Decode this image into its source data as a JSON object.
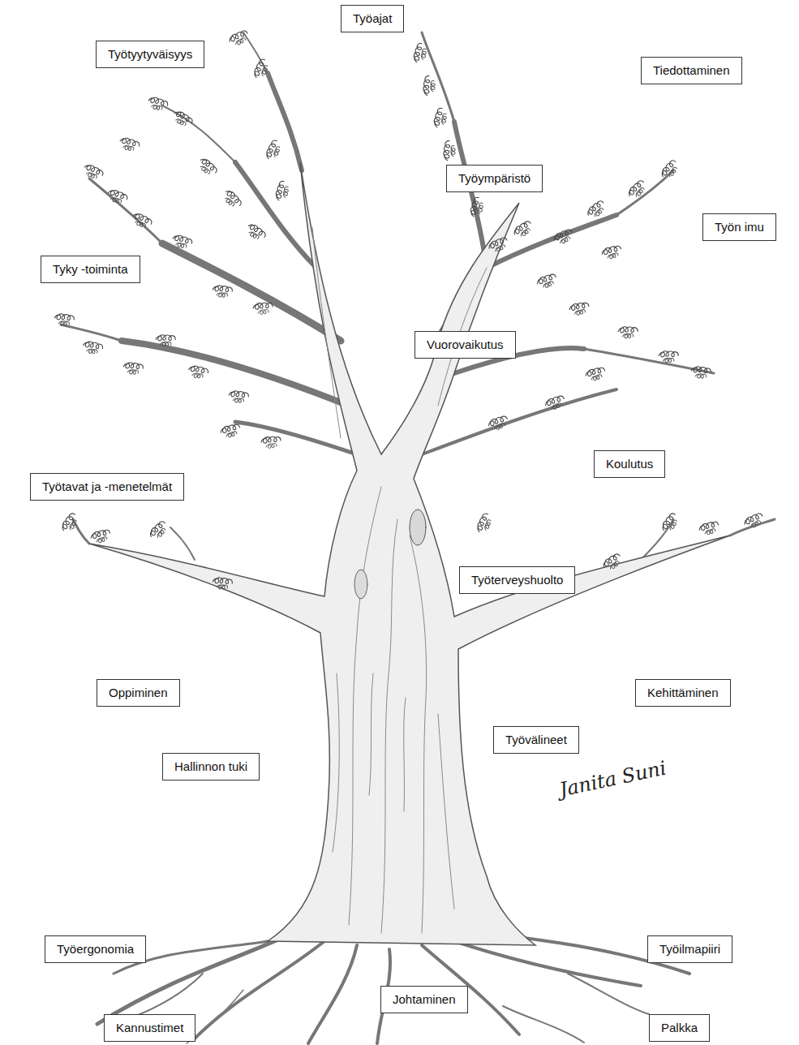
{
  "diagram": {
    "nodes": [
      {
        "text": [
          "Työajat"
        ]
      },
      {
        "text": [
          "Työtyytyväisyys"
        ]
      },
      {
        "text": [
          "Tiedottaminen"
        ]
      },
      {
        "text": [
          "Työympäristö"
        ]
      },
      {
        "text": [
          "Työn imu"
        ]
      },
      {
        "text": [
          "Tyky -toiminta"
        ]
      },
      {
        "text": [
          "Vuorovaikutus"
        ]
      },
      {
        "text": [
          "Koulutus"
        ]
      },
      {
        "text": [
          "Työtavat ja -menetelmät"
        ]
      },
      {
        "text": [
          "Työterveyshuolto"
        ]
      },
      {
        "text": [
          "Oppiminen"
        ]
      },
      {
        "text": [
          "Kehittäminen"
        ]
      },
      {
        "text": [
          "Työvälineet"
        ]
      },
      {
        "text": [
          "Hallinnon tuki"
        ]
      },
      {
        "text": [
          "Työergonomia"
        ]
      },
      {
        "text": [
          "Työilmapiiri"
        ]
      },
      {
        "text": [
          "Johtaminen"
        ]
      },
      {
        "text": [
          "Kannustimet"
        ]
      },
      {
        "text": [
          "Palkka"
        ]
      }
    ],
    "labels": [
      "Janita Suni"
    ]
  }
}
